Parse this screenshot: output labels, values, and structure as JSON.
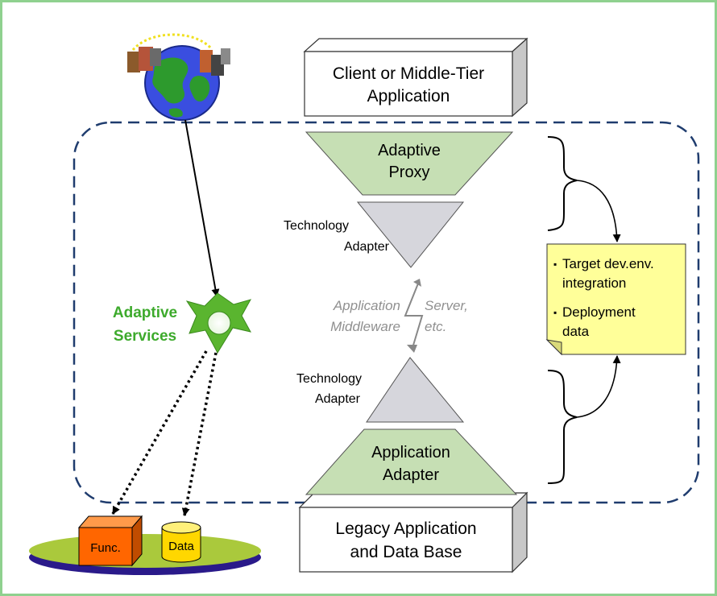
{
  "diagram": {
    "client_box": {
      "line1": "Client or Middle-Tier",
      "line2": "Application"
    },
    "adaptive_proxy": {
      "line1": "Adaptive",
      "line2": "Proxy"
    },
    "technology_adapter_top": {
      "line1": "Technology",
      "line2": "Adapter"
    },
    "middleware": {
      "line1a": "Application",
      "line1b": "Server,",
      "line2a": "Middleware",
      "line2b": "etc."
    },
    "technology_adapter_bottom": {
      "line1": "Technology",
      "line2": "Adapter"
    },
    "application_adapter": {
      "line1": "Application",
      "line2": "Adapter"
    },
    "legacy_box": {
      "line1": "Legacy Application",
      "line2": "and Data Base"
    },
    "adaptive_services": {
      "line1": "Adaptive",
      "line2": "Services"
    },
    "note": {
      "item1_line1": "Target dev.env.",
      "item1_line2": "integration",
      "item2_line1": "Deployment",
      "item2_line2": "data",
      "bullet": "▪"
    },
    "func_cube_label": "Func.",
    "data_cylinder_label": "Data"
  },
  "colors": {
    "frame": "#8fd18f",
    "dashed_region": "#1f3c6e",
    "green_triangle": "#c6dfb4",
    "grey_triangle": "#d6d6dc",
    "adaptive_services_text": "#3daa2c",
    "star": "#5ab52f",
    "note_fill": "#ffff99",
    "func_cube": "#ff6600",
    "data_cylinder": "#ffd700",
    "platform_top": "#aac93c",
    "platform_rim": "#2a1a8a",
    "middleware_text": "#909090"
  }
}
